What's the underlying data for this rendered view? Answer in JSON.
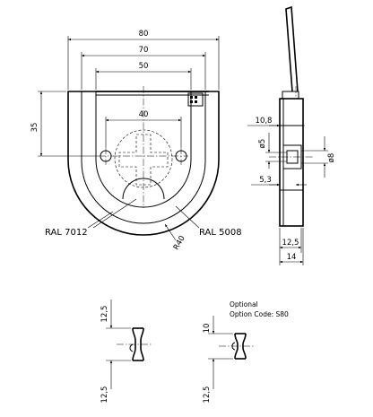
{
  "dimensions": {
    "d80": "80",
    "d70": "70",
    "d50": "50",
    "d40": "40",
    "d35": "35",
    "r40": "R40",
    "d10_8": "10,8",
    "phi5": "ø5",
    "phi8": "ø8",
    "d5_3": "5,3",
    "d12_5": "12,5",
    "d14": "14",
    "d12_5_a": "12,5",
    "d12_5_b": "12,5",
    "d10": "10",
    "d12_5_c": "12,5"
  },
  "labels": {
    "ral_7012": "RAL 7012",
    "ral_5008": "RAL 5008"
  },
  "optional": {
    "line1": "Optional",
    "line2": "Option Code: S80"
  }
}
